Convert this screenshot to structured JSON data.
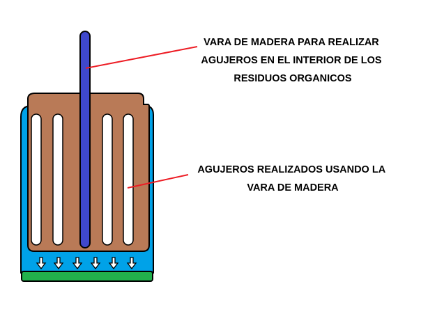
{
  "labels": {
    "stick": {
      "lines": [
        "VARA DE MADERA PARA REALIZAR",
        "AGUJEROS EN EL INTERIOR DE LOS",
        "RESIDUOS ORGANICOS"
      ]
    },
    "holes": {
      "lines": [
        "AGUJEROS REALIZADOS USANDO LA",
        "VARA DE MADERA"
      ]
    }
  },
  "colors": {
    "container": "#00a2e8",
    "organic_matter": "#b97a57",
    "stick": "#3f48cc",
    "holes": "#ffffff",
    "base": "#22b14c",
    "pointer_line": "#ed1c24",
    "outline": "#000000"
  },
  "icons": {
    "drainage_arrow": "arrow-down-icon"
  }
}
